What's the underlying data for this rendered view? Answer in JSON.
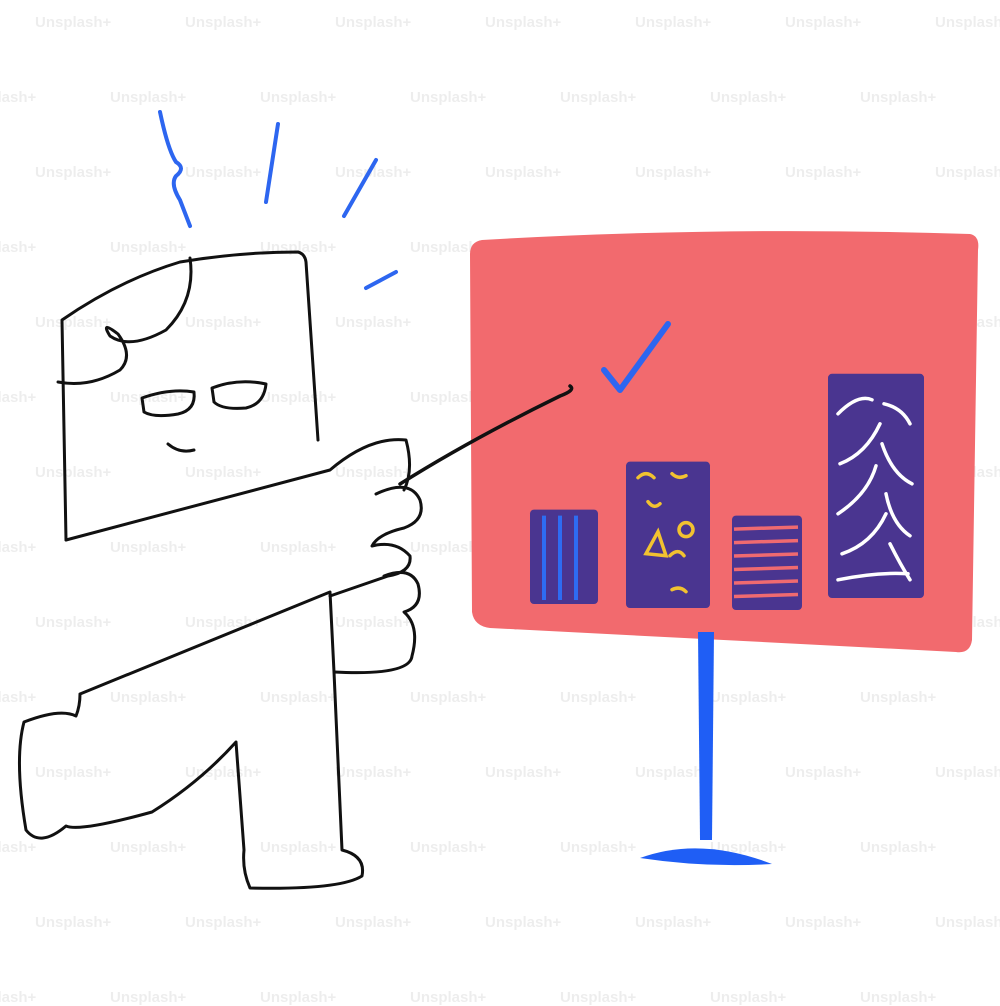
{
  "watermark": {
    "text": "Unsplash+"
  },
  "colors": {
    "board": "#f26a6e",
    "stand": "#1f5ef5",
    "bar": "#4a3590",
    "bar_stripe_blue": "#2e6cf2",
    "bar_stripe_yellow": "#f2c230",
    "bar_stripe_red": "#f06a70",
    "bar_stripe_white": "#ffffff",
    "checkmark": "#2d66f0",
    "motion_lines": "#2d66f0",
    "outline": "#111111"
  },
  "icons": {
    "checkmark": "checkmark-icon",
    "pointer": "pointer-stick-icon"
  },
  "chart_data": {
    "type": "bar",
    "values": [
      0.4,
      0.62,
      0.4,
      0.95
    ],
    "patterns": [
      "vertical-stripes",
      "yellow-shapes",
      "horizontal-stripes",
      "white-lines"
    ]
  }
}
